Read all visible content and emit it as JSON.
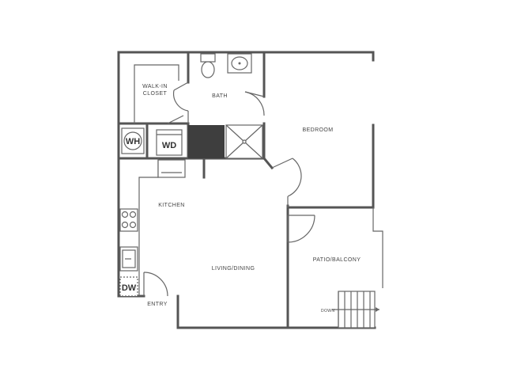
{
  "rooms": {
    "walk_in_closet": [
      "WALK-IN",
      "CLOSET"
    ],
    "bath": "BATH",
    "bedroom": "BEDROOM",
    "kitchen": "KITCHEN",
    "living_dining": "LIVING/DINING",
    "patio_balcony": "PATIO/BALCONY",
    "entry": "ENTRY"
  },
  "appliances": {
    "water_heater": "WH",
    "washer_dryer": "WD",
    "dishwasher": "DW"
  },
  "stairs": {
    "label": "DOWN"
  }
}
